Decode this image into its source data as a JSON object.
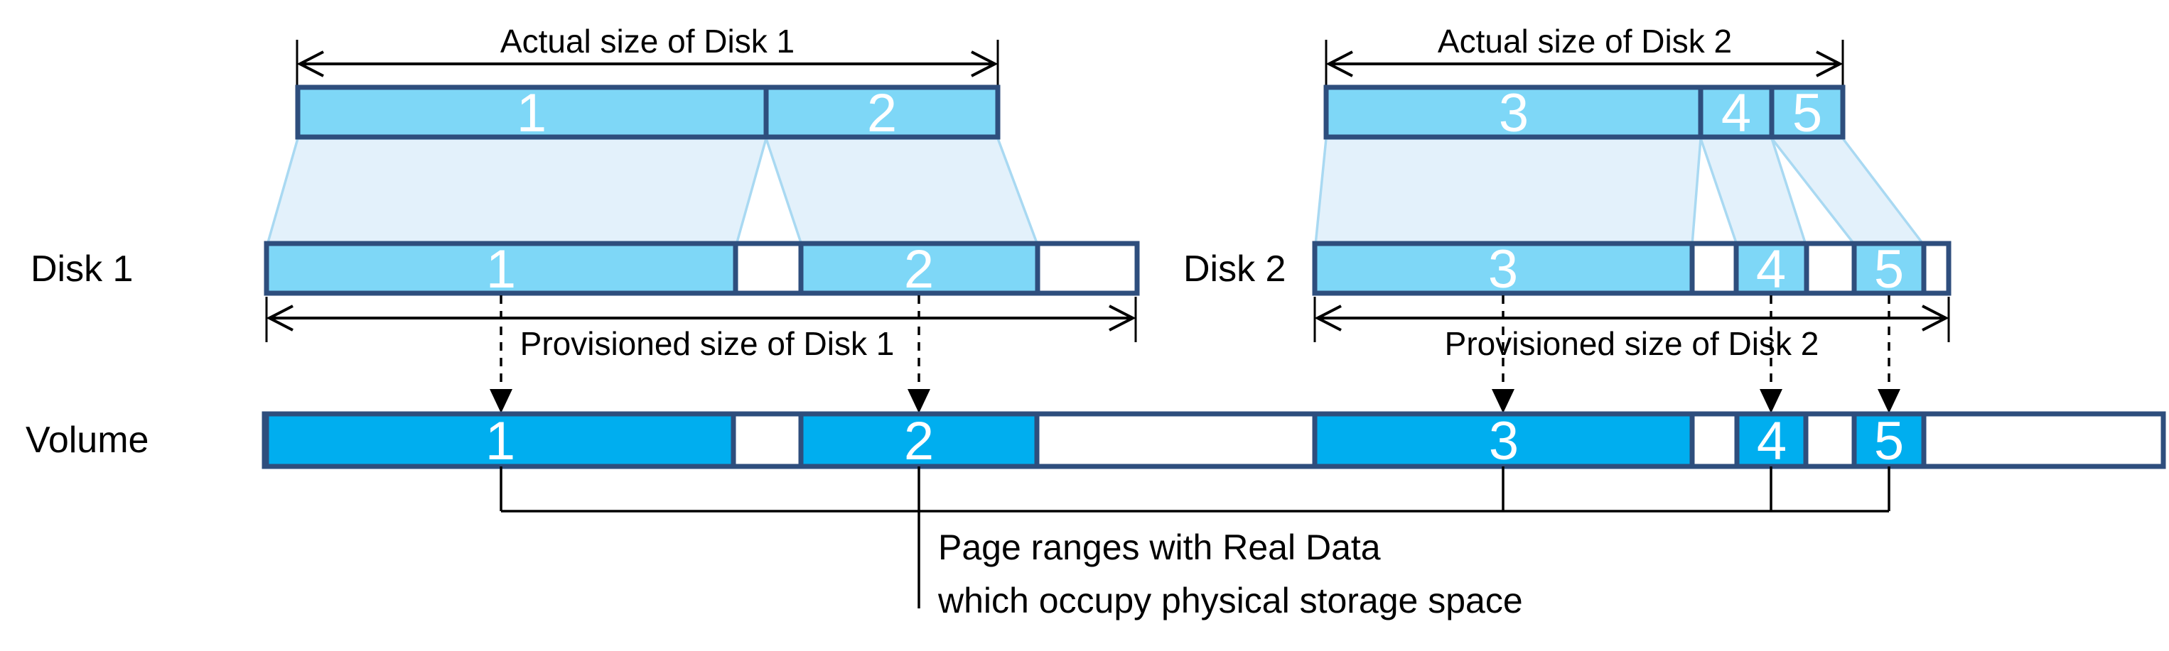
{
  "colors": {
    "page_fill": "#7ED7F7",
    "volume_page_fill": "#00AEEF",
    "outline": "#2E4E7D",
    "trapezoid_fill": "#E3F1FB",
    "trapezoid_stroke": "#A9D9F2",
    "ink": "#000000",
    "page_number_text": "#FFFFFF"
  },
  "disk1": {
    "label": "Disk 1",
    "actual_dimension_label": "Actual size of Disk 1",
    "provisioned_dimension_label": "Provisioned size of Disk 1",
    "actual_pages": [
      "1",
      "2"
    ],
    "provisioned_pages": [
      "1",
      "2"
    ]
  },
  "disk2": {
    "label": "Disk 2",
    "actual_dimension_label": "Actual size of Disk 2",
    "provisioned_dimension_label": "Provisioned size of Disk 2",
    "actual_pages": [
      "3",
      "4",
      "5"
    ],
    "provisioned_pages": [
      "3",
      "4",
      "5"
    ]
  },
  "volume": {
    "label": "Volume",
    "pages": [
      "1",
      "2",
      "3",
      "4",
      "5"
    ]
  },
  "annotation": {
    "line1": "Page ranges with Real Data",
    "line2": "which occupy physical storage space"
  }
}
